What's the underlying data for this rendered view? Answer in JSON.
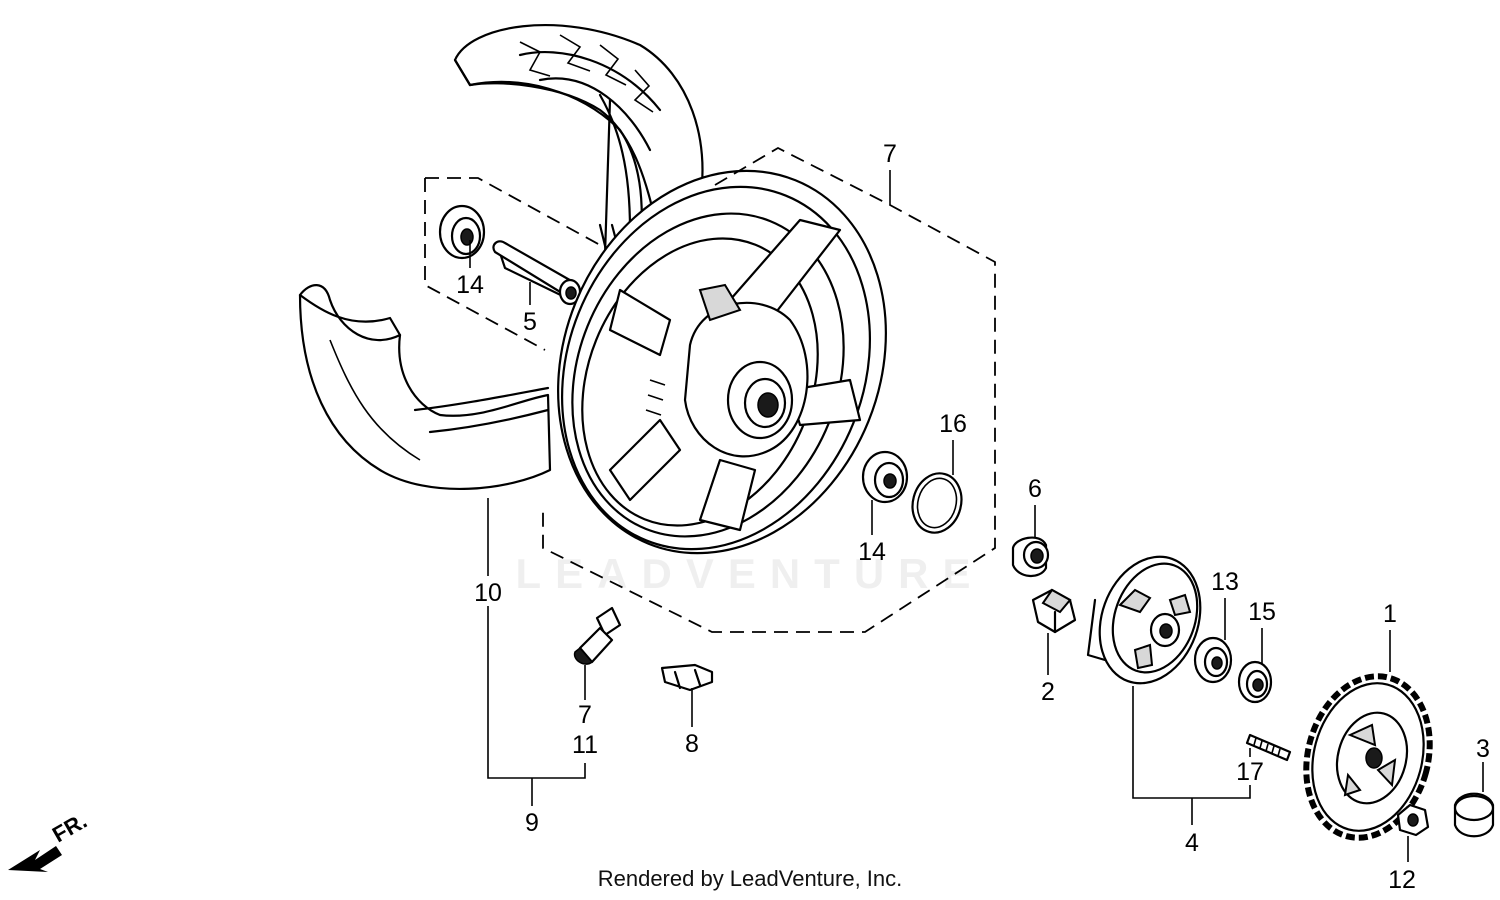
{
  "watermark": "LEADVENTURE",
  "footer_text": "Rendered by LeadVenture, Inc.",
  "direction_label": "FR.",
  "part_labels": {
    "p1": "1",
    "p2": "2",
    "p3": "3",
    "p4": "4",
    "p5": "5",
    "p6": "6",
    "p7_rim": "7",
    "p7_valve": "7",
    "p8": "8",
    "p9": "9",
    "p10": "10",
    "p11": "11",
    "p12": "12",
    "p13": "13",
    "p14_left": "14",
    "p14_right": "14",
    "p15": "15",
    "p16": "16",
    "p17": "17"
  }
}
